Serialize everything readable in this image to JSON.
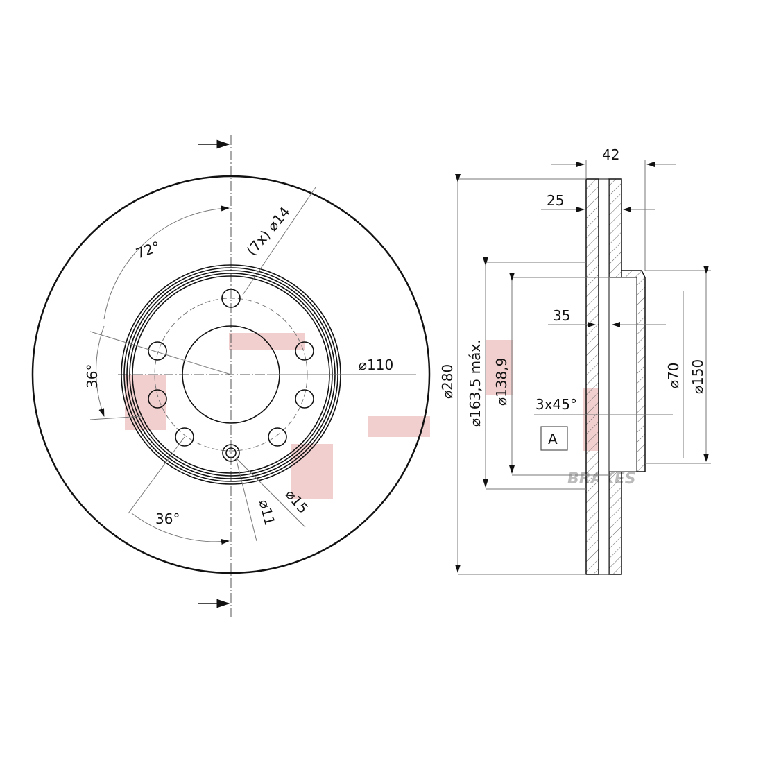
{
  "drawing": {
    "subject": "Ventilated brake disc technical drawing",
    "watermark": "BRAKES",
    "colors": {
      "line": "#111111",
      "dim_line": "#777777",
      "watermark": "#e8a8a8"
    }
  },
  "front_view": {
    "dimensions": {
      "angle_72": "72°",
      "angle_36_left": "36°",
      "angle_36_bottom": "36°",
      "holes_14": "(7x) ⌀14",
      "pcd_110": "⌀110",
      "hole_11": "⌀11",
      "hole_15": "⌀15"
    }
  },
  "section_view": {
    "dimensions": {
      "width_42": "42",
      "thickness_25": "25",
      "offset_35": "35",
      "chamfer": "3x45°",
      "datum": "A",
      "dia_280": "⌀280",
      "dia_163": "⌀163,5 máx.",
      "dia_138": "⌀138,9",
      "dia_70": "⌀70",
      "dia_150": "⌀150"
    }
  }
}
